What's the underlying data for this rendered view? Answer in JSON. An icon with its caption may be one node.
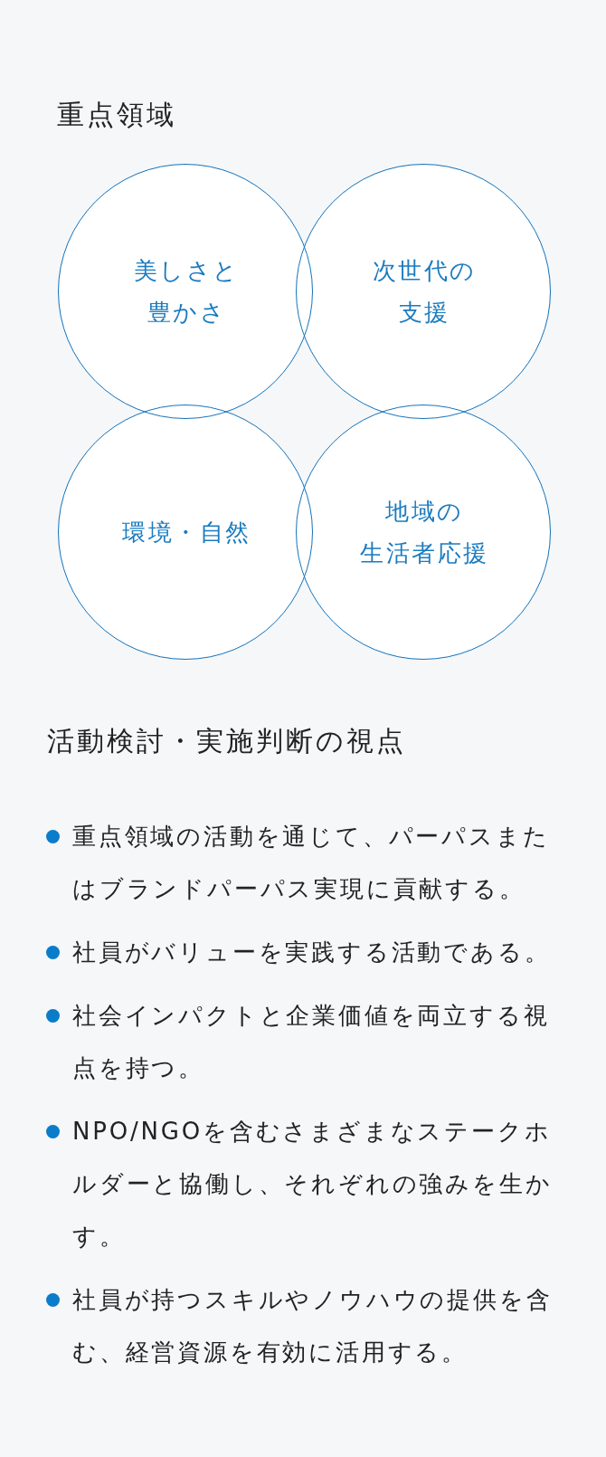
{
  "diagram": {
    "title": "重点領域",
    "nodes": [
      {
        "text": [
          "美しさと豊かさ"
        ]
      },
      {
        "text": [
          "次世代の支援"
        ]
      },
      {
        "text": [
          "環境・自然"
        ]
      },
      {
        "text": [
          "地域の生活者応援"
        ]
      }
    ],
    "labels": [
      "活動検討・実施判断の視点",
      "重点領域の活動を通じて、パーパスまたはブランドパーパス実現に貢献する。",
      "社員がバリューを実践する活動である。",
      "社会インパクトと企業価値を両立する視点を持つ。",
      "NPO/NGOを含むさまざまなステークホルダーと協働し、それぞれの強みを生かす。",
      "社員が持つスキルやノウハウの提供を含む、経営資源を有効に活用する。"
    ]
  }
}
